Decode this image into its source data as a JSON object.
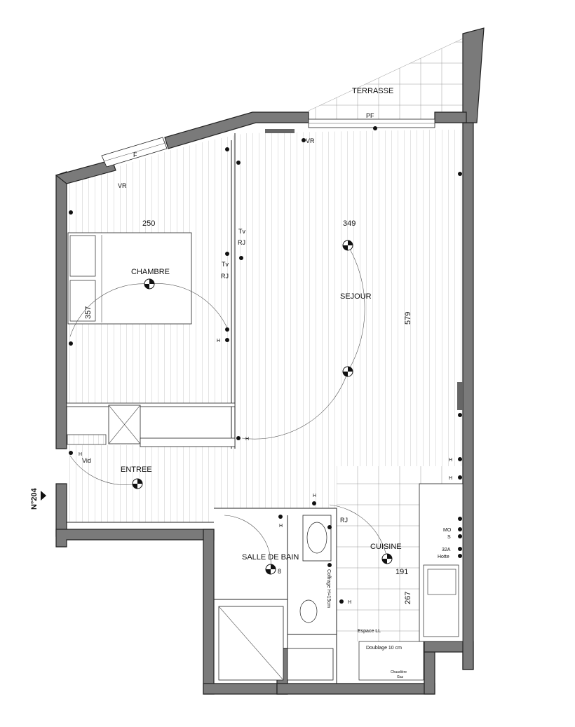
{
  "unit_id": "N°204",
  "rooms": {
    "terrasse": "TERRASSE",
    "chambre": "CHAMBRE",
    "sejour": "SEJOUR",
    "entree": "ENTREE",
    "salle_de_bain": "SALLE DE BAIN",
    "cuisine": "CUISINE"
  },
  "dimensions": {
    "chambre_width": "250",
    "sejour_width": "349",
    "chambre_depth": "357",
    "sejour_depth": "579",
    "cuisine_width": "191",
    "cuisine_depth": "267"
  },
  "annotations": {
    "window_f": "F",
    "window_pf": "PF",
    "vr_bedroom": "VR",
    "vr_living": "VR",
    "tv": "Tv",
    "rj_1": "RJ",
    "rj_2": "RJ",
    "rj_3": "RJ",
    "vid": "Vid",
    "coffrage": "Coffrage H=15cm",
    "espace_ll": "Espace LL",
    "doublage": "Doublage 10 cm",
    "chaudiere_1": "Chaudière",
    "chaudiere_2": "Gaz",
    "mo": "MO",
    "s": "S",
    "a32": "32A",
    "hotte": "Hotte",
    "sdb_8": "8",
    "h": "H"
  }
}
